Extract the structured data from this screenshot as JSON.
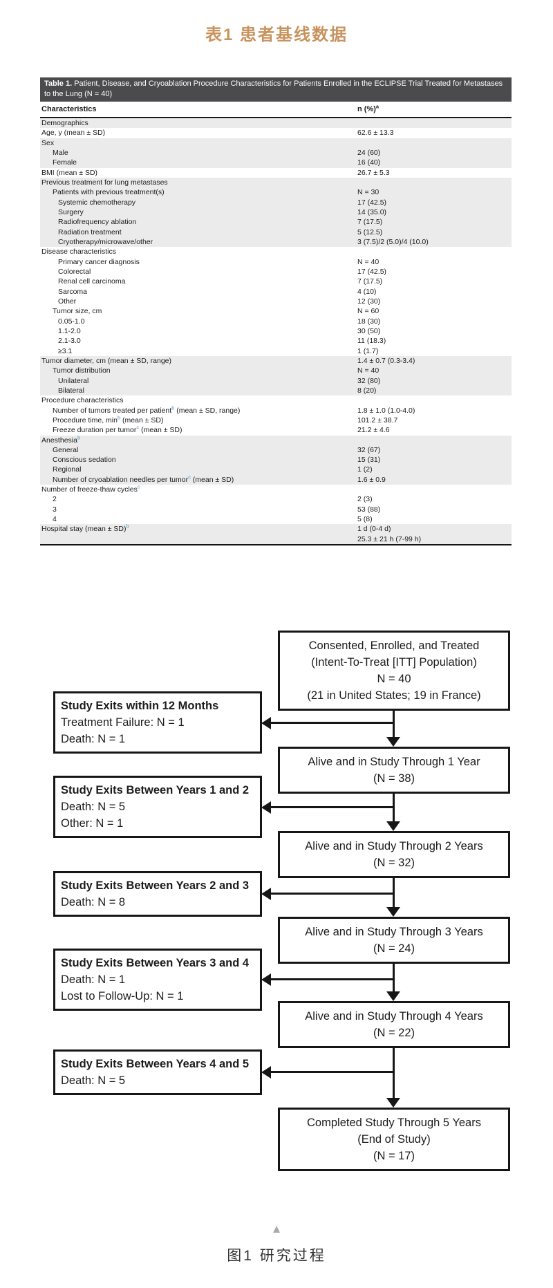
{
  "page": {
    "table_title": "表1  患者基线数据",
    "figure_caption": "图1  研究过程",
    "triangle_icon": "▲"
  },
  "table": {
    "heading_bold": "Table 1.",
    "heading_rest": " Patient, Disease, and Cryoablation Procedure Characteristics for Patients Enrolled in the ECLIPSE Trial Treated for Metastases to the Lung (N = 40)",
    "col_characteristics": "Characteristics",
    "col_value": "n (%)",
    "col_value_sup": "a",
    "rows": [
      {
        "label": "Demographics",
        "value": "",
        "indent": 0,
        "shaded": true
      },
      {
        "label": "Age, y (mean ± SD)",
        "value": "62.6 ± 13.3",
        "indent": 0,
        "shaded": false
      },
      {
        "label": "Sex",
        "value": "",
        "indent": 0,
        "shaded": true
      },
      {
        "label": "Male",
        "value": "24 (60)",
        "indent": 1,
        "shaded": true
      },
      {
        "label": "Female",
        "value": "16 (40)",
        "indent": 1,
        "shaded": true
      },
      {
        "label": "BMI (mean ± SD)",
        "value": "26.7 ± 5.3",
        "indent": 0,
        "shaded": false
      },
      {
        "label": "Previous treatment for lung metastases",
        "value": "",
        "indent": 0,
        "shaded": true
      },
      {
        "label": "Patients with previous treatment(s)",
        "value": "N = 30",
        "indent": 1,
        "shaded": true
      },
      {
        "label": "Systemic chemotherapy",
        "value": "17 (42.5)",
        "indent": 2,
        "shaded": true
      },
      {
        "label": "Surgery",
        "value": "14 (35.0)",
        "indent": 2,
        "shaded": true
      },
      {
        "label": "Radiofrequency ablation",
        "value": "7 (17.5)",
        "indent": 2,
        "shaded": true
      },
      {
        "label": "Radiation treatment",
        "value": "5 (12.5)",
        "indent": 2,
        "shaded": true
      },
      {
        "label": "Cryotherapy/microwave/other",
        "value": "3 (7.5)/2 (5.0)/4 (10.0)",
        "indent": 2,
        "shaded": true
      },
      {
        "label": "Disease characteristics",
        "value": "",
        "indent": 0,
        "shaded": false
      },
      {
        "label": "Primary cancer diagnosis",
        "value": "N = 40",
        "indent": 2,
        "shaded": false
      },
      {
        "label": "Colorectal",
        "value": "17 (42.5)",
        "indent": 2,
        "shaded": false
      },
      {
        "label": "Renal cell carcinoma",
        "value": "7 (17.5)",
        "indent": 2,
        "shaded": false
      },
      {
        "label": "Sarcoma",
        "value": "4 (10)",
        "indent": 2,
        "shaded": false
      },
      {
        "label": "Other",
        "value": "12 (30)",
        "indent": 2,
        "shaded": false
      },
      {
        "label": "Tumor size, cm",
        "value": "N = 60",
        "indent": 1,
        "shaded": false
      },
      {
        "label": "0.05-1.0",
        "value": "18 (30)",
        "indent": 2,
        "shaded": false
      },
      {
        "label": "1.1-2.0",
        "value": "30 (50)",
        "indent": 2,
        "shaded": false
      },
      {
        "label": "2.1-3.0",
        "value": "11 (18.3)",
        "indent": 2,
        "shaded": false
      },
      {
        "label": "≥3.1",
        "value": "1 (1.7)",
        "indent": 2,
        "shaded": false
      },
      {
        "label": "Tumor diameter, cm (mean ± SD, range)",
        "value": "1.4 ± 0.7 (0.3-3.4)",
        "indent": 0,
        "shaded": true
      },
      {
        "label": "Tumor distribution",
        "value": "N = 40",
        "indent": 1,
        "shaded": true
      },
      {
        "label": "Unilateral",
        "value": "32 (80)",
        "indent": 2,
        "shaded": true
      },
      {
        "label": "Bilateral",
        "value": "8 (20)",
        "indent": 2,
        "shaded": true
      },
      {
        "label": "Procedure characteristics",
        "value": "",
        "indent": 0,
        "shaded": false
      },
      {
        "label": "Number of tumors treated per patient",
        "sup": "b",
        "label_after": " (mean ± SD, range)",
        "value": "1.8 ± 1.0 (1.0-4.0)",
        "indent": 1,
        "shaded": false
      },
      {
        "label": "Procedure time, min",
        "sup": "b",
        "label_after": " (mean ± SD)",
        "value": "101.2 ± 38.7",
        "indent": 1,
        "shaded": false
      },
      {
        "label": "Freeze duration per tumor",
        "sup": "c",
        "label_after": " (mean ± SD)",
        "value": "21.2 ± 4.6",
        "indent": 1,
        "shaded": false
      },
      {
        "label": "Anesthesia",
        "sup": "b",
        "value": "",
        "indent": 0,
        "shaded": true
      },
      {
        "label": "General",
        "value": "32 (67)",
        "indent": 1,
        "shaded": true
      },
      {
        "label": "Conscious sedation",
        "value": "15 (31)",
        "indent": 1,
        "shaded": true
      },
      {
        "label": "Regional",
        "value": "1 (2)",
        "indent": 1,
        "shaded": true
      },
      {
        "label": "Number of cryoablation needles per tumor",
        "sup": "c",
        "label_after": " (mean ± SD)",
        "value": "1.6 ± 0.9",
        "indent": 1,
        "shaded": true
      },
      {
        "label": "Number of freeze-thaw cycles",
        "sup": "c",
        "value": "",
        "indent": 0,
        "shaded": false
      },
      {
        "label": "2",
        "value": "2 (3)",
        "indent": 1,
        "shaded": false
      },
      {
        "label": "3",
        "value": "53 (88)",
        "indent": 1,
        "shaded": false
      },
      {
        "label": "4",
        "value": "5 (8)",
        "indent": 1,
        "shaded": false
      },
      {
        "label": "Hospital stay (mean ± SD)",
        "sup": "b",
        "value": "1 d (0-4 d)",
        "indent": 0,
        "shaded": true
      },
      {
        "label": "",
        "value": "25.3 ± 21 h (7-99 h)",
        "indent": 0,
        "shaded": true
      }
    ]
  },
  "flowchart": {
    "right_boxes": [
      "Consented, Enrolled, and Treated\n(Intent-To-Treat [ITT] Population)\nN = 40\n(21 in United States; 19 in France)",
      "Alive and in Study Through 1 Year\n(N = 38)",
      "Alive and in Study Through 2 Years\n(N = 32)",
      "Alive and in Study Through 3 Years\n(N = 24)",
      "Alive and in Study Through 4 Years\n(N = 22)",
      "Completed Study Through 5 Years\n(End of Study)\n(N = 17)"
    ],
    "left_boxes": [
      {
        "title": "Study Exits within 12 Months",
        "lines": "Treatment Failure: N = 1\nDeath: N = 1"
      },
      {
        "title": "Study Exits Between Years 1 and 2",
        "lines": "Death: N = 5\nOther: N = 1"
      },
      {
        "title": "Study Exits Between Years 2 and 3",
        "lines": "Death: N = 8"
      },
      {
        "title": "Study Exits Between Years 3 and 4",
        "lines": "Death: N = 1\nLost to Follow-Up: N = 1"
      },
      {
        "title": "Study Exits Between Years 4 and 5",
        "lines": "Death: N = 5"
      }
    ]
  }
}
